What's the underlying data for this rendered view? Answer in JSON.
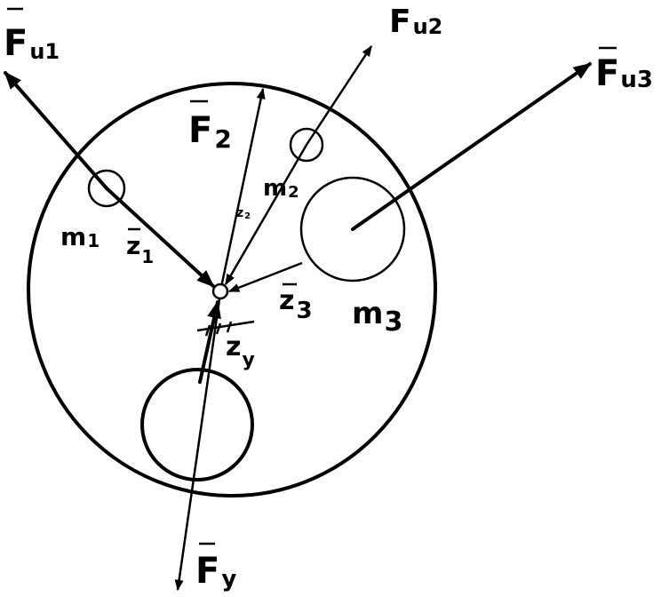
{
  "title": "Forces acting on unbalanced rotor masses",
  "labels": {
    "fu1": {
      "base": "F",
      "sub": "u1"
    },
    "fu2": {
      "base": "F",
      "sub": "u2"
    },
    "fu3": {
      "base": "F",
      "sub": "u3"
    },
    "f2": {
      "base": "F",
      "sub": "2"
    },
    "fy": {
      "base": "F",
      "sub": "y"
    },
    "m1": {
      "base": "m",
      "sub": "1"
    },
    "m2": {
      "base": "m",
      "sub": "2"
    },
    "m3": {
      "base": "m",
      "sub": "3"
    },
    "r1": {
      "base": "z",
      "sub": "1"
    },
    "r2": {
      "base": "z",
      "sub": "2"
    },
    "r3": {
      "base": "z",
      "sub": "3"
    },
    "r4": {
      "base": "z",
      "sub": "y"
    }
  },
  "colors": {
    "ink": "#000000",
    "paper": "#ffffff"
  }
}
